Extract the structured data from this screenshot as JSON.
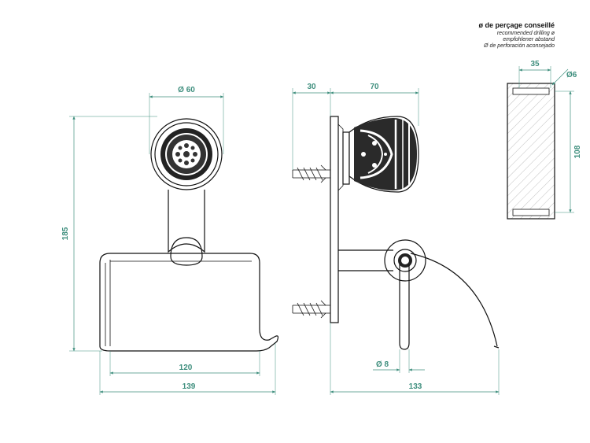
{
  "note": {
    "title": "ø de perçage conseillé",
    "lines": [
      "recommended drilling ø",
      "empfohlener abstand",
      "Ø de perforación aconsejado"
    ]
  },
  "front_view": {
    "diameter_label": "Ø 60",
    "height_label": "185",
    "inner_width_label": "120",
    "outer_width_label": "139"
  },
  "side_view": {
    "wall_offset_label": "30",
    "knob_depth_label": "70",
    "rod_diameter_label": "Ø 8",
    "total_depth_label": "133"
  },
  "drilling_view": {
    "width_label": "35",
    "hole_label": "Ø6",
    "height_label": "108"
  },
  "colors": {
    "dimension": "#3f8f7e",
    "outline": "#111111"
  }
}
